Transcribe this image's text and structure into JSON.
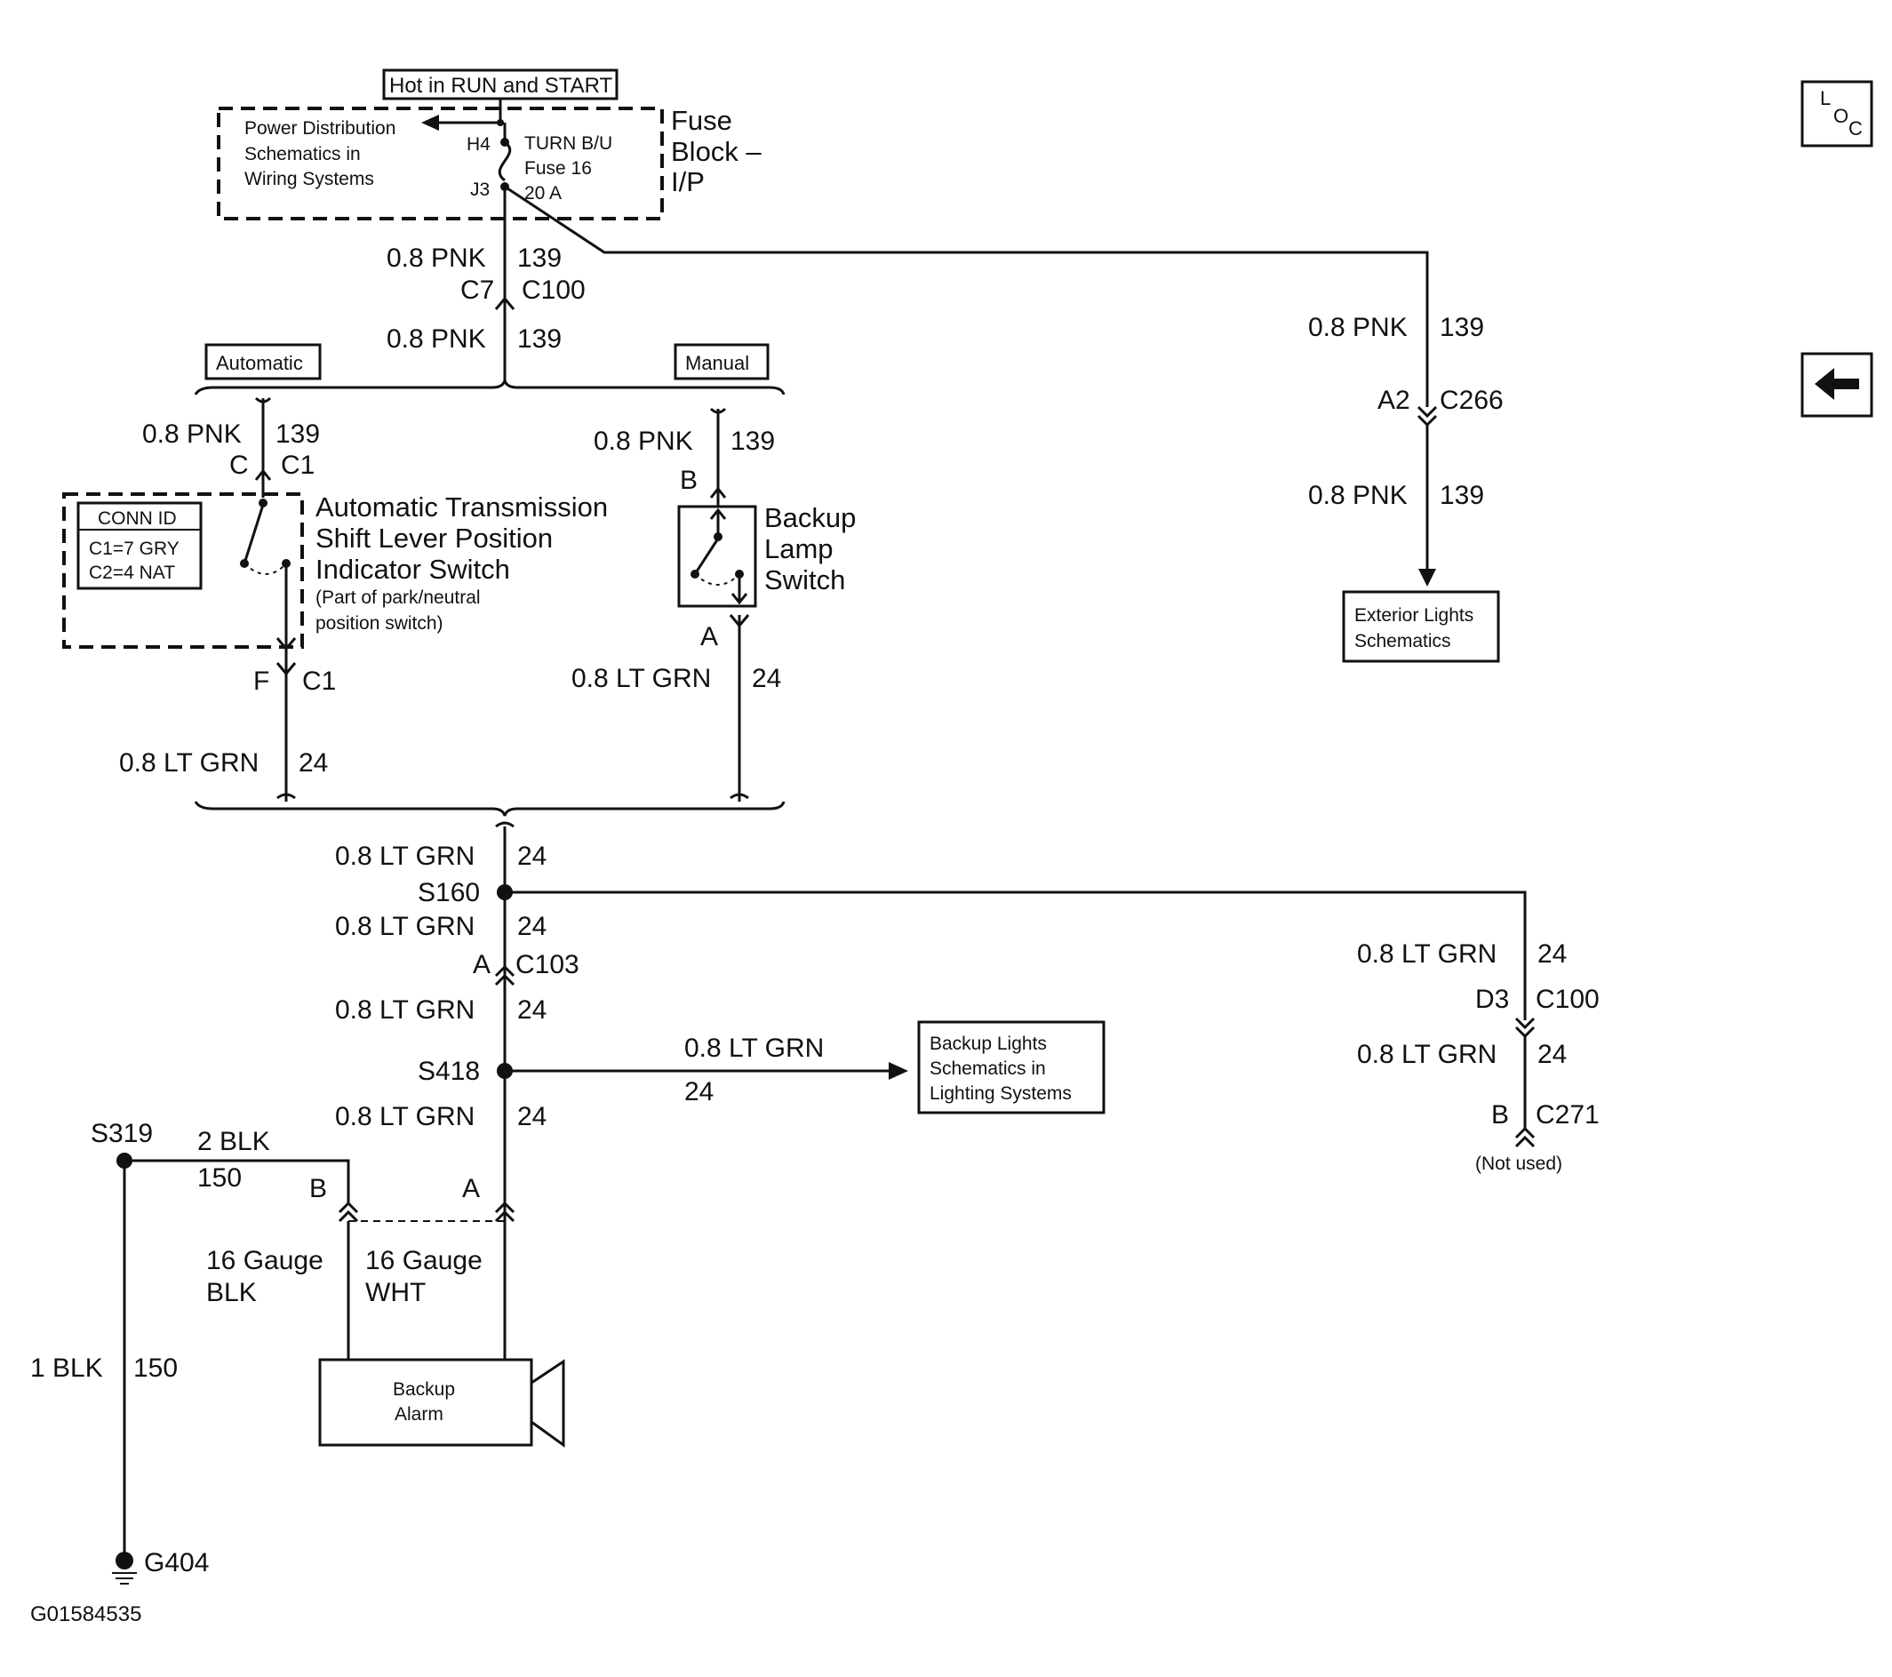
{
  "figure_id": "G01584535",
  "nav": {
    "loc_l": "L",
    "loc_o": "O",
    "loc_c": "C",
    "back_arrow_icon": "left-arrow-icon"
  },
  "fuse_block": {
    "header": "Hot in RUN and START",
    "power_dist_1": "Power Distribution",
    "power_dist_2": "Schematics in",
    "power_dist_3": "Wiring Systems",
    "h4": "H4",
    "j3": "J3",
    "fuse_1": "TURN B/U",
    "fuse_2": "Fuse 16",
    "fuse_3": "20 A",
    "name_1": "Fuse",
    "name_2": "Block –",
    "name_3": "I/P"
  },
  "main_trunk": {
    "w1_size": "0.8 PNK",
    "w1_circuit": "139",
    "c7": "C7",
    "c100": "C100",
    "w2_size": "0.8 PNK",
    "w2_circuit": "139"
  },
  "options": {
    "automatic": "Automatic",
    "manual": "Manual"
  },
  "auto_switch": {
    "w_size": "0.8 PNK",
    "w_circuit": "139",
    "pin_in": "C",
    "conn_in": "C1",
    "connid_title": "CONN ID",
    "connid_1": "C1=7 GRY",
    "connid_2": "C2=4 NAT",
    "name_1": "Automatic Transmission",
    "name_2": "Shift Lever Position",
    "name_3": "Indicator Switch",
    "note_1": "(Part of park/neutral",
    "note_2": "position switch)",
    "pin_out": "F",
    "conn_out": "C1",
    "out_size": "0.8 LT GRN",
    "out_circuit": "24"
  },
  "manual_switch": {
    "w_size": "0.8 PNK",
    "w_circuit": "139",
    "pin_in": "B",
    "name_1": "Backup",
    "name_2": "Lamp",
    "name_3": "Switch",
    "pin_out": "A",
    "out_size": "0.8 LT GRN",
    "out_circuit": "24"
  },
  "right_branch": {
    "w1_size": "0.8 PNK",
    "w1_circuit": "139",
    "pin": "A2",
    "conn": "C266",
    "w2_size": "0.8 PNK",
    "w2_circuit": "139",
    "dest_1": "Exterior Lights",
    "dest_2": "Schematics"
  },
  "lower_trunk": {
    "w1_size": "0.8 LT GRN",
    "w1_circuit": "24",
    "s160": "S160",
    "w2_size": "0.8 LT GRN",
    "w2_circuit": "24",
    "pin_a": "A",
    "c103": "C103",
    "w3_size": "0.8 LT GRN",
    "w3_circuit": "24",
    "s418": "S418",
    "w4_size": "0.8 LT GRN",
    "w4_circuit": "24"
  },
  "backup_lights": {
    "w_size": "0.8 LT GRN",
    "w_circuit": "24",
    "dest_1": "Backup Lights",
    "dest_2": "Schematics in",
    "dest_3": "Lighting Systems"
  },
  "s160_branch": {
    "w1_size": "0.8 LT GRN",
    "w1_circuit": "24",
    "pin": "D3",
    "conn": "C100",
    "w2_size": "0.8 LT GRN",
    "w2_circuit": "24",
    "pin2": "B",
    "conn2": "C271",
    "note": "(Not used)"
  },
  "alarm": {
    "s319": "S319",
    "blk_size": "2 BLK",
    "blk_circuit": "150",
    "pin_b": "B",
    "pin_a": "A",
    "blk_gauge_1": "16 Gauge",
    "blk_gauge_2": "BLK",
    "wht_gauge_1": "16 Gauge",
    "wht_gauge_2": "WHT",
    "name_1": "Backup",
    "name_2": "Alarm",
    "ground_size": "1 BLK",
    "ground_circuit": "150",
    "g404": "G404"
  }
}
